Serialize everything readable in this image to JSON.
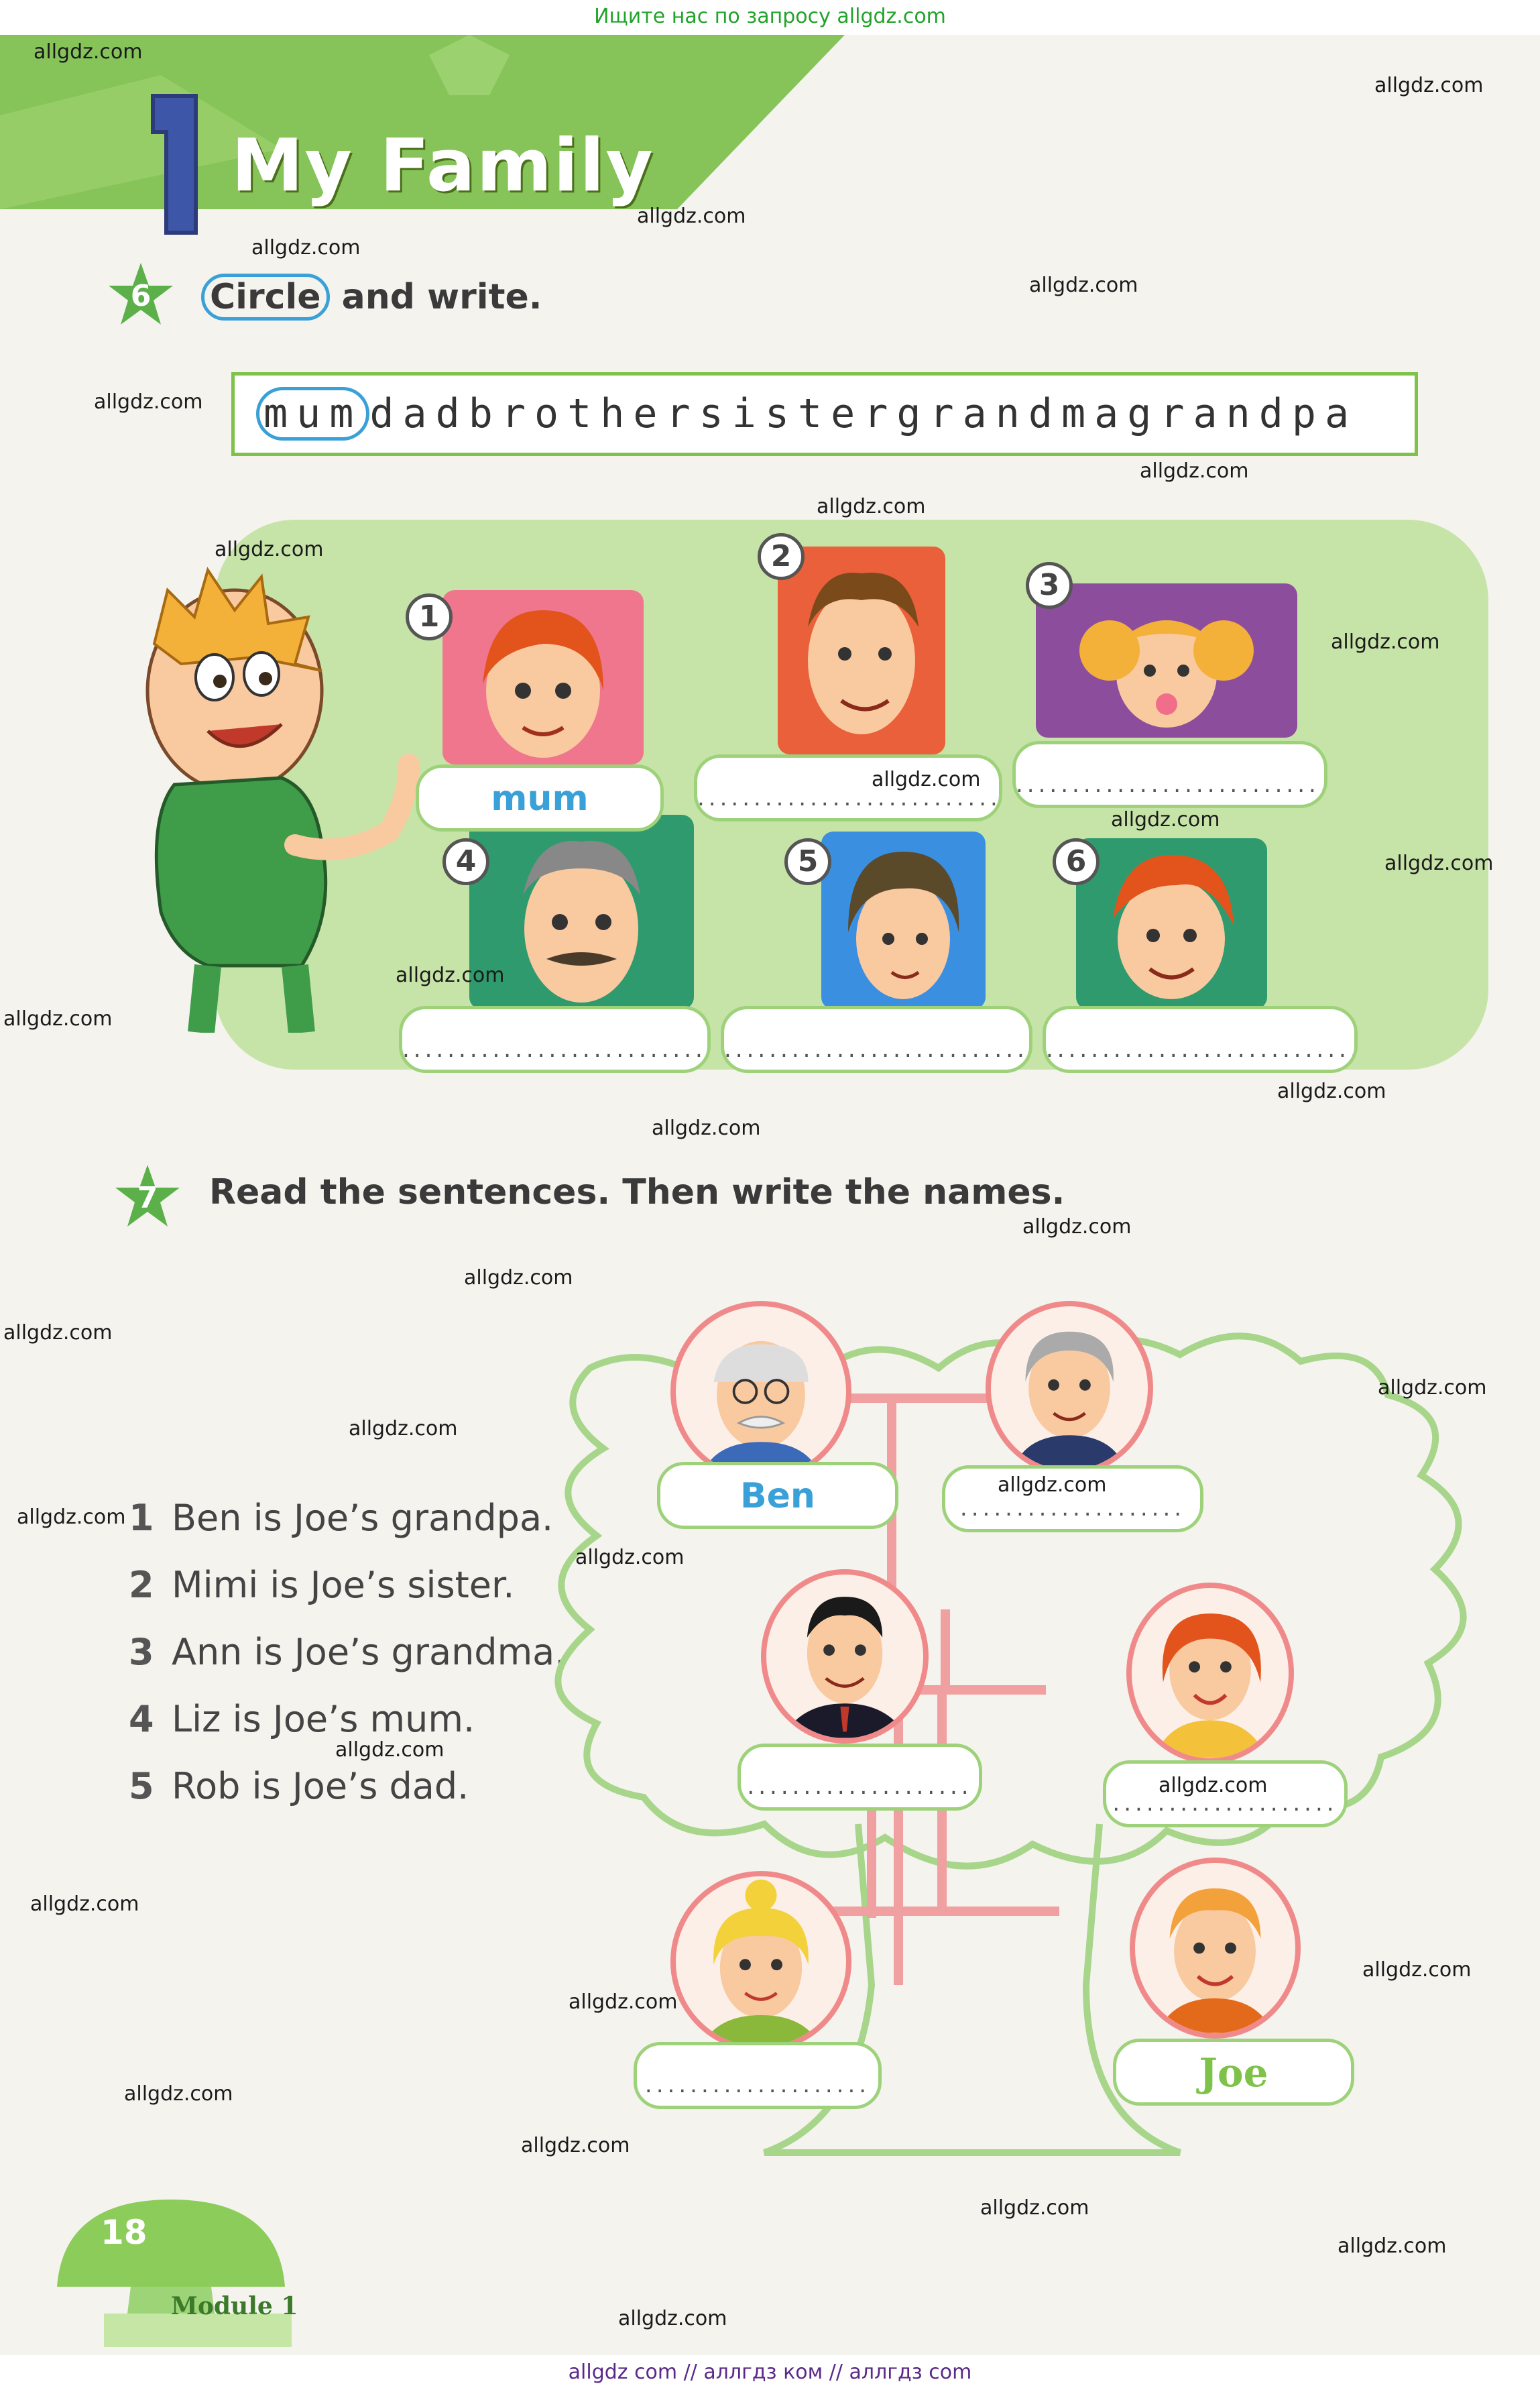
{
  "top_note": "Ищите нас по запросу allgdz.com",
  "bottom_note": "allgdz com  //  аллгдз ком  //  аллгдз com",
  "unit_number": "1",
  "unit_title": "My Family",
  "ex6": {
    "number": "6",
    "heading_circle": "Circle",
    "heading_rest": " and write.",
    "letters_circled": "mum",
    "letters_rest": "dadbrothersistergrandmagrandpa",
    "items": [
      {
        "number": "1",
        "answer": "mum"
      },
      {
        "number": "2",
        "answer": "............................."
      },
      {
        "number": "3",
        "answer": "............................."
      },
      {
        "number": "4",
        "answer": "............................."
      },
      {
        "number": "5",
        "answer": "............................."
      },
      {
        "number": "6",
        "answer": "............................."
      }
    ]
  },
  "ex7": {
    "number": "7",
    "heading": "Read the sentences. Then write the names.",
    "sentences": [
      {
        "number": "1",
        "text": "Ben is Joe’s grandpa."
      },
      {
        "number": "2",
        "text": "Mimi is Joe’s sister."
      },
      {
        "number": "3",
        "text": "Ann is Joe’s grandma."
      },
      {
        "number": "4",
        "text": "Liz is Joe’s mum."
      },
      {
        "number": "5",
        "text": "Rob is Joe’s dad."
      }
    ],
    "tree_labels": {
      "grandpa": "Ben",
      "grandma": "....................",
      "dad": "....................",
      "mum": "....................",
      "sister": "....................",
      "boy": "Joe"
    }
  },
  "page_number": "18",
  "module": "Module 1",
  "watermark": "allgdz.com",
  "colors": {
    "green": "#7fc24a",
    "blue": "#3aa0d8",
    "pink": "#f08a8a"
  }
}
